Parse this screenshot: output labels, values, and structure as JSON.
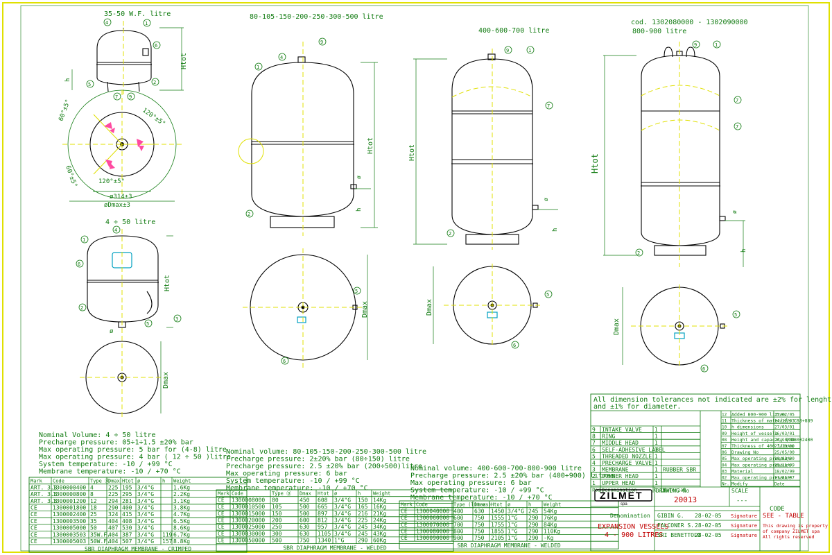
{
  "views": {
    "v1_title": "35-50 W.F.  litre",
    "v2_title": "80-105-150-200-250-300-500 litre",
    "v3_title": "400-600-700 litre",
    "v4_code": "cod. 1302080000 - 1302090000",
    "v4_title": "800-900 litre",
    "v5_title": "4 ÷ 50  litre"
  },
  "dims": {
    "htot": "Htot",
    "h": "h",
    "dmax": "Dmax",
    "dia": "ø",
    "ang_120": "120°±5°",
    "ang_120b": "120°±5°",
    "ang_60": "60°±5°",
    "ang_60b": "60°±5°",
    "d314": "ø314±3",
    "ddmax": "øDmax±3"
  },
  "callouts": {
    "c1": "1",
    "c2": "2",
    "c3": "3",
    "c4": "4",
    "c5": "5",
    "c6": "6",
    "c7": "7",
    "c9": "9"
  },
  "specs": {
    "crimped": [
      "Nominal Volume: 4 ÷ 50 litre",
      "Precharge pressure: 05÷1÷1.5 ±20% bar",
      "Max operating pressure: 5 bar for (4-8) litre",
      "Max operating pressure: 4 bar ( 12 ÷ 50 )litre",
      "System temperature: -10 / +99  °C",
      "Membrane temperature: -10 / +70  °C"
    ],
    "welded": [
      "Nominal volume: 80-105-150-200-250-300-500 litre",
      "Precharge pressure: 2±20%  bar (80÷150) litre",
      "Precharge pressure: 2.5 ±20% bar (200÷500)litre",
      "Max operating pressure: 6 bar",
      "System temperature: -10 / +99 °C",
      "Membrane temperature: -10 / +70  °C"
    ],
    "large": [
      "Nominal volume: 400-600-700-800-900 litre",
      "Precharge pressure: 2.5 ±20% bar (400÷900) litres",
      "Max operating pressure: 6 bar",
      "System temperature: -10 / +99 °C",
      "Membrane temperature: -10 / +70  °C"
    ]
  },
  "tables": {
    "t1": {
      "headers": [
        "Mark",
        "Code",
        "Type ⓪",
        "Dmax",
        "Htot",
        "ø",
        "h",
        "Weight"
      ],
      "rows": [
        [
          "ART. 3.3",
          "1300000400",
          "4",
          "225",
          "195",
          "3/4\"G",
          "",
          "1.6Kg"
        ],
        [
          "ART. 3.3",
          "1300000800",
          "8",
          "225",
          "295",
          "3/4\"G",
          "",
          "2.2Kg"
        ],
        [
          "ART. 3.3",
          "1300001200",
          "12",
          "294",
          "281",
          "3/4\"G",
          "",
          "3.1Kg"
        ],
        [
          "CE",
          "1300001800",
          "18",
          "290",
          "400",
          "3/4\"G",
          "",
          "3.8Kg"
        ],
        [
          "CE",
          "1300002400",
          "25",
          "324",
          "415",
          "3/4\"G",
          "",
          "4.7Kg"
        ],
        [
          "CE",
          "1300003500",
          "35",
          "404",
          "408",
          "3/4\"G",
          "",
          "6.5Kg"
        ],
        [
          "CE",
          "1300005000",
          "50",
          "407",
          "530",
          "3/4\"G",
          "",
          "8.6Kg"
        ],
        [
          "CE",
          "1300003503",
          "35W.F.",
          "404",
          "387",
          "3/4\"G",
          "119",
          "6.7Kg"
        ],
        [
          "CE",
          "1300005003",
          "50W.F.",
          "404",
          "507",
          "3/4\"G",
          "157",
          "8.8Kg"
        ]
      ],
      "caption": "SBR DIAPHRAGM MEMBRANE - CRIMPED"
    },
    "t2": {
      "headers": [
        "Mark",
        "Code",
        "Type ⓪",
        "Dmax",
        "Htot",
        "ø",
        "h",
        "Weight"
      ],
      "rows": [
        [
          "CE",
          "1300008000",
          "80",
          "450",
          "608",
          "3/4\"G",
          "150",
          "14Kg"
        ],
        [
          "CE",
          "1300010500",
          "105",
          "500",
          "665",
          "3/4\"G",
          "165",
          "16Kg"
        ],
        [
          "CE",
          "1300015000",
          "150",
          "500",
          "897",
          "3/4\"G",
          "216",
          "21Kg"
        ],
        [
          "CE",
          "1300020000",
          "200",
          "600",
          "812",
          "3/4\"G",
          "225",
          "24Kg"
        ],
        [
          "CE",
          "1300025000",
          "250",
          "630",
          "957",
          "3/4\"G",
          "245",
          "34Kg"
        ],
        [
          "CE",
          "1300030000",
          "300",
          "630",
          "1105",
          "3/4\"G",
          "245",
          "43Kg"
        ],
        [
          "CE",
          "1300050000",
          "500",
          "750",
          "1340",
          "1\"G",
          "290",
          "60Kg"
        ]
      ],
      "caption": "SBR DIAPHRAGM MEMBRANE - WELDED"
    },
    "t3": {
      "headers": [
        "Mark",
        "Code",
        "Type (litres)",
        "Dmax",
        "Htot",
        "ø",
        "h",
        "Weight"
      ],
      "rows": [
        [
          "CE",
          "1300040000",
          "400",
          "630",
          "1450",
          "3/4\"G",
          "245",
          "54Kg"
        ],
        [
          "CE",
          "1300060000",
          "600",
          "750",
          "1555",
          "1\"G",
          "290",
          "76Kg"
        ],
        [
          "CE",
          "1300070000",
          "700",
          "750",
          "1755",
          "1\"G",
          "290",
          "84Kg"
        ],
        [
          "CE",
          "1300080000",
          "800",
          "750",
          "1855",
          "1\"G",
          "290",
          "110Kg"
        ],
        [
          "CE",
          "1300090000",
          "900",
          "750",
          "2105",
          "1\"G",
          "290",
          "-Kg"
        ]
      ],
      "caption": "SBR DIAPHRAGM MEMBRANE - WELDED"
    }
  },
  "titleblock": {
    "tolerance": "All dimension tolerances not indicated are ±2% for lenght and ±1% for diameter.",
    "parts": [
      [
        "9",
        "INTAKE VALVE",
        "1",
        ""
      ],
      [
        "8",
        "RING",
        "1",
        ""
      ],
      [
        "7",
        "MIDDLE HEAD",
        "1",
        ""
      ],
      [
        "6",
        "SELF-ADHESIVE LABEL",
        "1",
        ""
      ],
      [
        "5",
        "THREADED NOZZLE",
        "1",
        ""
      ],
      [
        "4",
        "PRECHARGE VALVE",
        "1",
        ""
      ],
      [
        "3",
        "MEMBRANE",
        "1",
        "RUBBER SBR"
      ],
      [
        "2",
        "DOWNER HEAD",
        "1",
        ""
      ],
      [
        "1",
        "UPPER HEAD",
        "1",
        ""
      ]
    ],
    "parts_header": [
      "Pos.",
      "Denomination",
      "Q.ty",
      "Material"
    ],
    "revisions": [
      [
        "12",
        "Added 800-900 litres",
        "25/02/05"
      ],
      [
        "11",
        "Thickness of materials C88+889",
        "14/12/03"
      ],
      [
        "10",
        "h dimensions",
        "27/03/01"
      ],
      [
        "09",
        "Height of vessels",
        "16/03/01"
      ],
      [
        "08",
        "Height and capacity ICD8002400",
        "26/10/00"
      ],
      [
        "07",
        "Thickness of 400 litres",
        "23/10/00"
      ],
      [
        "06",
        "Drawing No",
        "25/05/00"
      ],
      [
        "05",
        "Max operating pressure",
        "10/02/00"
      ],
      [
        "04",
        "Max operating pressure",
        "29/11/99"
      ],
      [
        "03",
        "Material",
        "18/02/99"
      ],
      [
        "02",
        "Max operating pressure",
        "11/01/97"
      ]
    ],
    "rev_header": [
      "Nr.",
      "Modify",
      "Date"
    ],
    "logo": "ZILMET",
    "logo_sub": "spa",
    "drawing_no_label": "DRAWING No",
    "drawing_no": "20013",
    "scale_label": "SCALE",
    "scale": "---",
    "code_label": "CODE",
    "code": "SEE - TABLE",
    "denomination_label": "Denomination",
    "denomination": "EXPANSION VESSELS",
    "denomination2": "4 - 900 LITRES",
    "signers": [
      [
        "GIBIN G.",
        "28-02-05"
      ],
      [
        "FALCONER S.",
        "28-02-05"
      ],
      [
        "SRI BENETTOLO",
        "28-02-05"
      ]
    ],
    "signature_label": "Signature",
    "property": [
      "This drawing is property",
      "of company ZILMET spa",
      "All rights reserved"
    ]
  },
  "colors": {
    "line": "#0f7a0f",
    "outline": "#000000",
    "axis": "#e0e000",
    "accent": "#c00000",
    "frame": "#e0e000"
  }
}
